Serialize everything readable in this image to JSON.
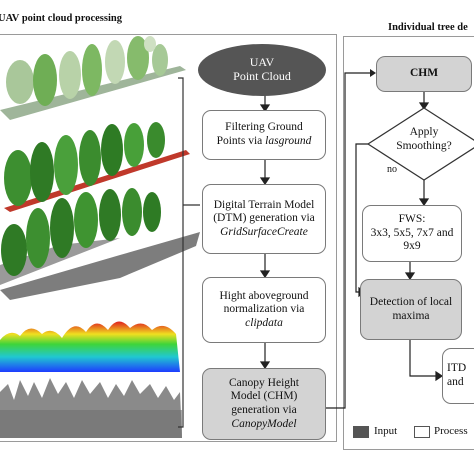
{
  "left_panel": {
    "title": "UAV point cloud processing",
    "flow": {
      "start": {
        "line1": "UAV",
        "line2": "Point Cloud"
      },
      "step1": {
        "line1": "Filtering Ground",
        "line2_pre": "Points via ",
        "line2_it": "lasground"
      },
      "step2": {
        "line1": "Digital Terrain Model",
        "line2": "(DTM) generation via",
        "line3_it": "GridSurfaceCreate"
      },
      "step3": {
        "line1": "Hight aboveground",
        "line2": "normalization via",
        "line3_it": "clipdata"
      },
      "step4": {
        "line1": "Canopy Height",
        "line2": "Model (CHM)",
        "line3": "generation via",
        "line4_it": "CanopyModel"
      }
    }
  },
  "right_panel": {
    "title": "Individual tree de",
    "chm": "CHM",
    "decision": {
      "line1": "Apply",
      "line2": "Smoothing?"
    },
    "no_label": "no",
    "fws": {
      "line1": "FWS:",
      "line2": "3x3, 5x5, 7x7 and",
      "line3": "9x9"
    },
    "detection": {
      "line1": "Detection of local",
      "line2": "maxima"
    },
    "itd": {
      "line1": "ITD",
      "line2": "and"
    }
  },
  "legend": {
    "input": "Input",
    "process": "Process"
  },
  "colors": {
    "input_fill": "#d3d3d3",
    "start_fill": "#555555",
    "border": "#7a7a7a",
    "tree_green": "#3c8c2e",
    "ground_red": "#c0392b",
    "chm_gray": "#8a8a8a"
  }
}
